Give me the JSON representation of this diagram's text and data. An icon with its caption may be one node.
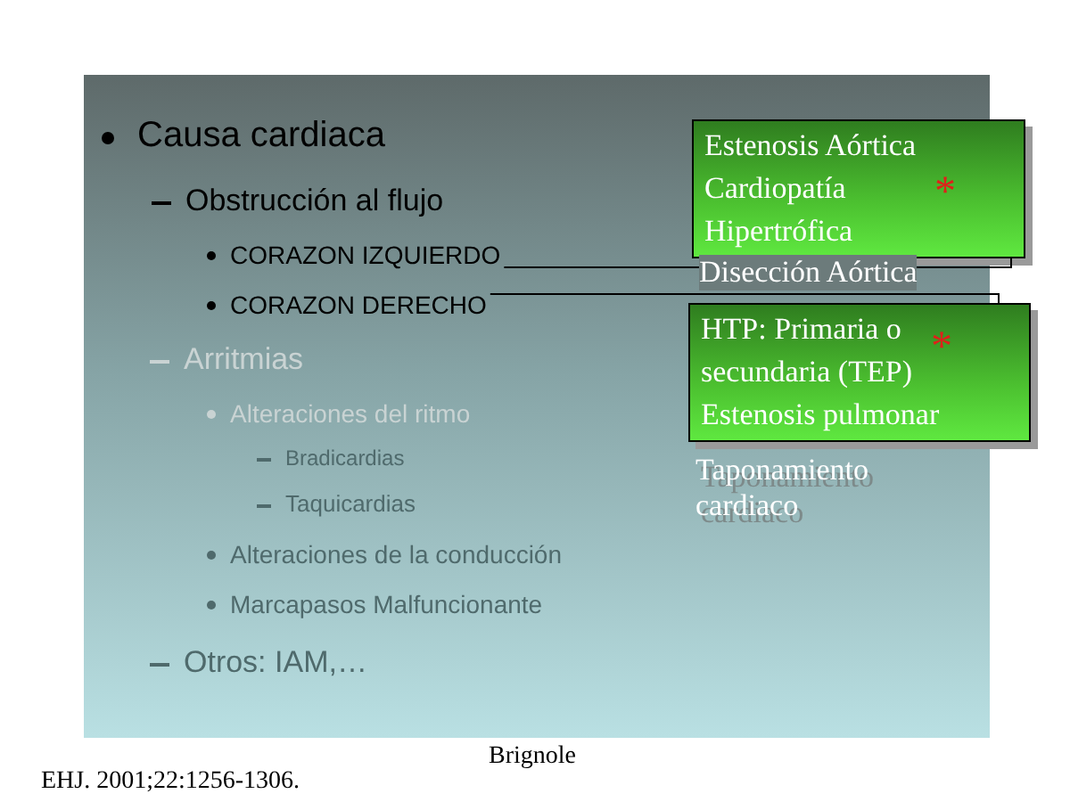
{
  "diagram": {
    "nodes": [
      {
        "text": [
          "Causa cardiaca",
          "Obstrucción al flujo",
          "Arritmias",
          "Alteraciones del ritmo",
          "Bradicardias",
          "Taquicardias",
          "Alteraciones de la conducción",
          "Marcapasos Malfuncionante",
          "Otros: IAM,…"
        ]
      },
      {
        "text": [
          "CORAZON IZQUIERDO"
        ],
        "in": 0
      },
      {
        "text": [
          "CORAZON DERECHO"
        ],
        "in": 0
      },
      {
        "text": [
          "Estenosis Aórtica Cardiopatía Hipertrófica",
          "*"
        ]
      },
      {
        "text": [
          "HTP: Primaria o secundaria (TEP)",
          "*",
          "Estenosis pulmonar"
        ]
      }
    ],
    "edges": [
      {
        "from": 1,
        "to": 3,
        "arrow": "none"
      },
      {
        "from": 2,
        "to": 4,
        "arrow": "none"
      }
    ],
    "labels": [
      "Disección Aórtica",
      "Taponamiento cardiaco",
      "Brignole",
      "EHJ. 2001;22:1256-1306."
    ]
  }
}
